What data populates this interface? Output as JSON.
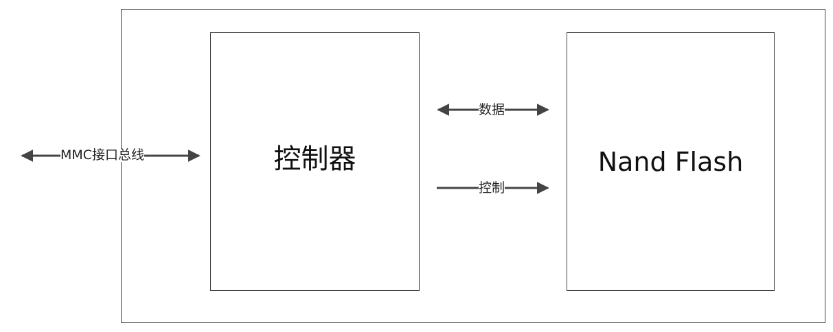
{
  "controller": {
    "label": "控制器"
  },
  "nand_flash": {
    "label": "Nand Flash"
  },
  "connections": {
    "mmc_bus": "MMC接口总线",
    "data": "数据",
    "control": "控制"
  },
  "colors": {
    "line": "#444444",
    "border": "#444444"
  }
}
